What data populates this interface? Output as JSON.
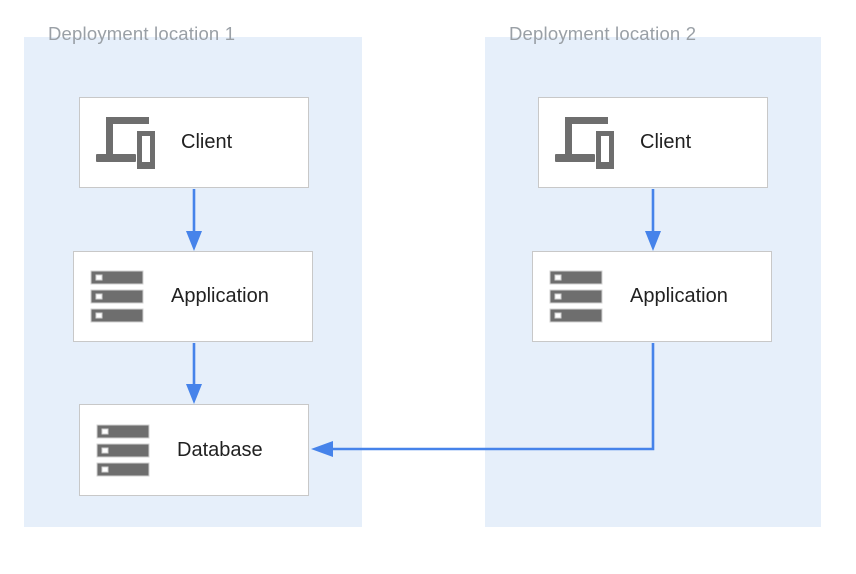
{
  "diagram": {
    "groups": [
      {
        "label": "Deployment location 1",
        "nodes": [
          {
            "id": "client-1",
            "label": "Client",
            "icon": "devices-icon"
          },
          {
            "id": "application-1",
            "label": "Application",
            "icon": "storage-icon"
          },
          {
            "id": "database-1",
            "label": "Database",
            "icon": "storage-icon"
          }
        ]
      },
      {
        "label": "Deployment location 2",
        "nodes": [
          {
            "id": "client-2",
            "label": "Client",
            "icon": "devices-icon"
          },
          {
            "id": "application-2",
            "label": "Application",
            "icon": "storage-icon"
          }
        ]
      }
    ],
    "edges": [
      {
        "from": "client-1",
        "to": "application-1"
      },
      {
        "from": "application-1",
        "to": "database-1"
      },
      {
        "from": "client-2",
        "to": "application-2"
      },
      {
        "from": "application-2",
        "to": "database-1"
      }
    ],
    "colors": {
      "panel_background": "#e6effa",
      "arrow": "#4683ea",
      "node_border": "#c8c8c8",
      "node_background": "#ffffff",
      "icon": "#6e6e6e",
      "group_label_text": "#9aa0a6",
      "node_label_text": "#212121"
    }
  }
}
